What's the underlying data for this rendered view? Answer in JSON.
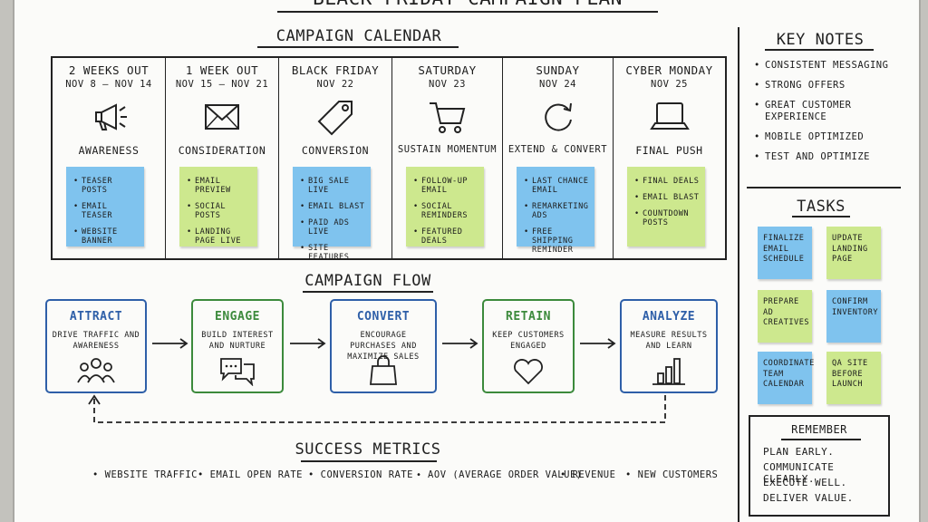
{
  "board": {
    "title": "BLACK FRIDAY CAMPAIGN PLAN"
  },
  "calendar": {
    "title": "CAMPAIGN CALENDAR",
    "columns": [
      {
        "phase": "2 WEEKS OUT",
        "dates": "NOV 8 – NOV 14",
        "icon": "megaphone-icon",
        "label": "AWARENESS",
        "note_color": "blue",
        "items": [
          "TEASER POSTS",
          "EMAIL TEASER",
          "WEBSITE BANNER"
        ]
      },
      {
        "phase": "1 WEEK OUT",
        "dates": "NOV 15 – NOV 21",
        "icon": "envelope-icon",
        "label": "CONSIDERATION",
        "note_color": "green",
        "items": [
          "EMAIL PREVIEW",
          "SOCIAL POSTS",
          "LANDING PAGE LIVE"
        ]
      },
      {
        "phase": "BLACK FRIDAY",
        "dates": "NOV 22",
        "icon": "price-tag-icon",
        "label": "CONVERSION",
        "note_color": "blue",
        "items": [
          "BIG SALE LIVE",
          "EMAIL BLAST",
          "PAID ADS LIVE",
          "SITE FEATURES"
        ]
      },
      {
        "phase": "SATURDAY",
        "dates": "NOV 23",
        "icon": "shopping-cart-icon",
        "label": "SUSTAIN MOMENTUM",
        "note_color": "green",
        "items": [
          "FOLLOW-UP EMAIL",
          "SOCIAL REMINDERS",
          "FEATURED DEALS"
        ]
      },
      {
        "phase": "SUNDAY",
        "dates": "NOV 24",
        "icon": "refresh-icon",
        "label": "EXTEND & CONVERT",
        "note_color": "blue",
        "items": [
          "LAST CHANCE EMAIL",
          "REMARKETING ADS",
          "FREE SHIPPING REMINDER"
        ]
      },
      {
        "phase": "CYBER MONDAY",
        "dates": "NOV 25",
        "icon": "laptop-icon",
        "label": "FINAL PUSH",
        "note_color": "green",
        "items": [
          "FINAL DEALS",
          "EMAIL BLAST",
          "COUNTDOWN POSTS"
        ]
      }
    ]
  },
  "flow": {
    "title": "CAMPAIGN FLOW",
    "steps": [
      {
        "title": "ATTRACT",
        "desc": "DRIVE TRAFFIC AND AWARENESS",
        "icon": "people-icon",
        "color": "blue"
      },
      {
        "title": "ENGAGE",
        "desc": "BUILD INTEREST AND NURTURE",
        "icon": "chat-bubbles-icon",
        "color": "green"
      },
      {
        "title": "CONVERT",
        "desc": "ENCOURAGE PURCHASES AND MAXIMIZE SALES",
        "icon": "shopping-bag-icon",
        "color": "blue"
      },
      {
        "title": "RETAIN",
        "desc": "KEEP CUSTOMERS ENGAGED",
        "icon": "heart-icon",
        "color": "green"
      },
      {
        "title": "ANALYZE",
        "desc": "MEASURE RESULTS AND LEARN",
        "icon": "bar-chart-icon",
        "color": "blue"
      }
    ]
  },
  "metrics": {
    "title": "SUCCESS METRICS",
    "items": [
      "WEBSITE TRAFFIC",
      "EMAIL OPEN RATE",
      "CONVERSION RATE",
      "AOV (AVERAGE ORDER VALUE)",
      "REVENUE",
      "NEW CUSTOMERS"
    ]
  },
  "key_notes": {
    "title": "KEY NOTES",
    "items": [
      "CONSISTENT MESSAGING",
      "STRONG OFFERS",
      "GREAT CUSTOMER EXPERIENCE",
      "MOBILE OPTIMIZED",
      "TEST AND OPTIMIZE"
    ]
  },
  "tasks": {
    "title": "TASKS",
    "items": [
      {
        "text": "FINALIZE EMAIL SCHEDULE",
        "color": "blue"
      },
      {
        "text": "UPDATE LANDING PAGE",
        "color": "green"
      },
      {
        "text": "PREPARE AD CREATIVES",
        "color": "green"
      },
      {
        "text": "CONFIRM INVENTORY",
        "color": "blue"
      },
      {
        "text": "COORDINATE TEAM CALENDAR",
        "color": "blue"
      },
      {
        "text": "QA SITE BEFORE LAUNCH",
        "color": "green"
      }
    ]
  },
  "remember": {
    "title": "REMEMBER",
    "lines": [
      "PLAN EARLY.",
      "COMMUNICATE CLEARLY.",
      "EXECUTE WELL.",
      "DELIVER VALUE."
    ]
  },
  "colors": {
    "sticky_blue": "#7fc3ee",
    "sticky_green": "#cde88e",
    "flow_blue": "#2e5fa8",
    "flow_green": "#3c8a3c",
    "ink": "#222222"
  }
}
